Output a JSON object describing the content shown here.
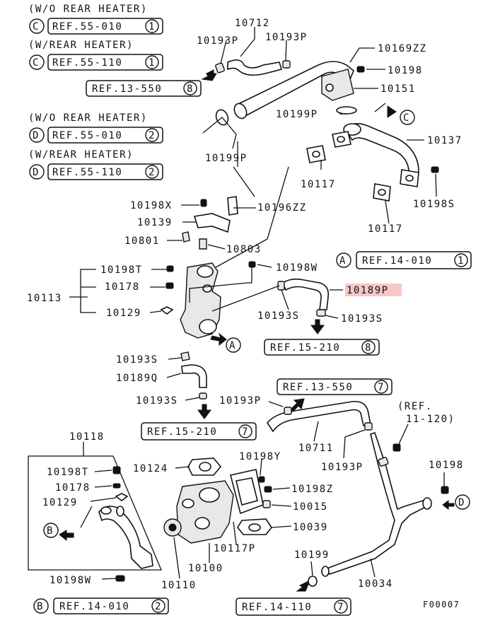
{
  "notes": {
    "wo_rear_heater_c": "(W/O REAR HEATER)",
    "w_rear_heater_c": "(W/REAR HEATER)",
    "wo_rear_heater_d": "(W/O REAR HEATER)",
    "w_rear_heater_d": "(W/REAR HEATER)",
    "ref_11_120_line1": "(REF.",
    "ref_11_120_line2": "11-120)"
  },
  "connectors": {
    "c": "C",
    "d": "D",
    "a": "A",
    "b": "B"
  },
  "refs": {
    "r55_010_1": "REF.55-010",
    "r55_110_1": "REF.55-110",
    "r13_550_8": "REF.13-550",
    "r55_010_2": "REF.55-010",
    "r55_110_2": "REF.55-110",
    "r14_010_1": "REF.14-010",
    "r15_210_8": "REF.15-210",
    "r13_550_7": "REF.13-550",
    "r15_210_7": "REF.15-210",
    "r14_010_2": "REF.14-010",
    "r14_110_7": "REF.14-110"
  },
  "ref_nums": {
    "n1": "1",
    "n2": "2",
    "n7": "7",
    "n8": "8"
  },
  "parts": {
    "p10712": "10712",
    "p10193P_a": "10193P",
    "p10193P_b": "10193P",
    "p10169ZZ": "10169ZZ",
    "p10198_top": "10198",
    "p10151": "10151",
    "p10199P_right": "10199P",
    "p10199P_left": "10199P",
    "p10137": "10137",
    "p10117_a": "10117",
    "p10198S": "10198S",
    "p10117_b": "10117",
    "p10198X": "10198X",
    "p10196ZZ": "10196ZZ",
    "p10139": "10139",
    "p10801": "10801",
    "p10803": "10803",
    "p10198T": "10198T",
    "p10198W": "10198W",
    "p10178": "10178",
    "p10189P": "10189P",
    "p10113": "10113",
    "p10129": "10129",
    "p10193S_right": "10193S",
    "p10193S_right2": "10193S",
    "p10193S_mid": "10193S",
    "p10189Q": "10189Q",
    "p10193S_low": "10193S",
    "p10193P_low": "10193P",
    "p10711": "10711",
    "p10193P_low2": "10193P",
    "p10118": "10118",
    "p10198T_b": "10198T",
    "p10178_b": "10178",
    "p10129_b": "10129",
    "p10198W_b": "10198W",
    "p10124": "10124",
    "p10198Y": "10198Y",
    "p10198Z": "10198Z",
    "p10015": "10015",
    "p10039": "10039",
    "p10117P": "10117P",
    "p10100": "10100",
    "p10110": "10110",
    "p10198_right": "10198",
    "p10199": "10199",
    "p10034": "10034"
  },
  "highlight_color": "#f7c6c6",
  "figure_id": "F00007"
}
